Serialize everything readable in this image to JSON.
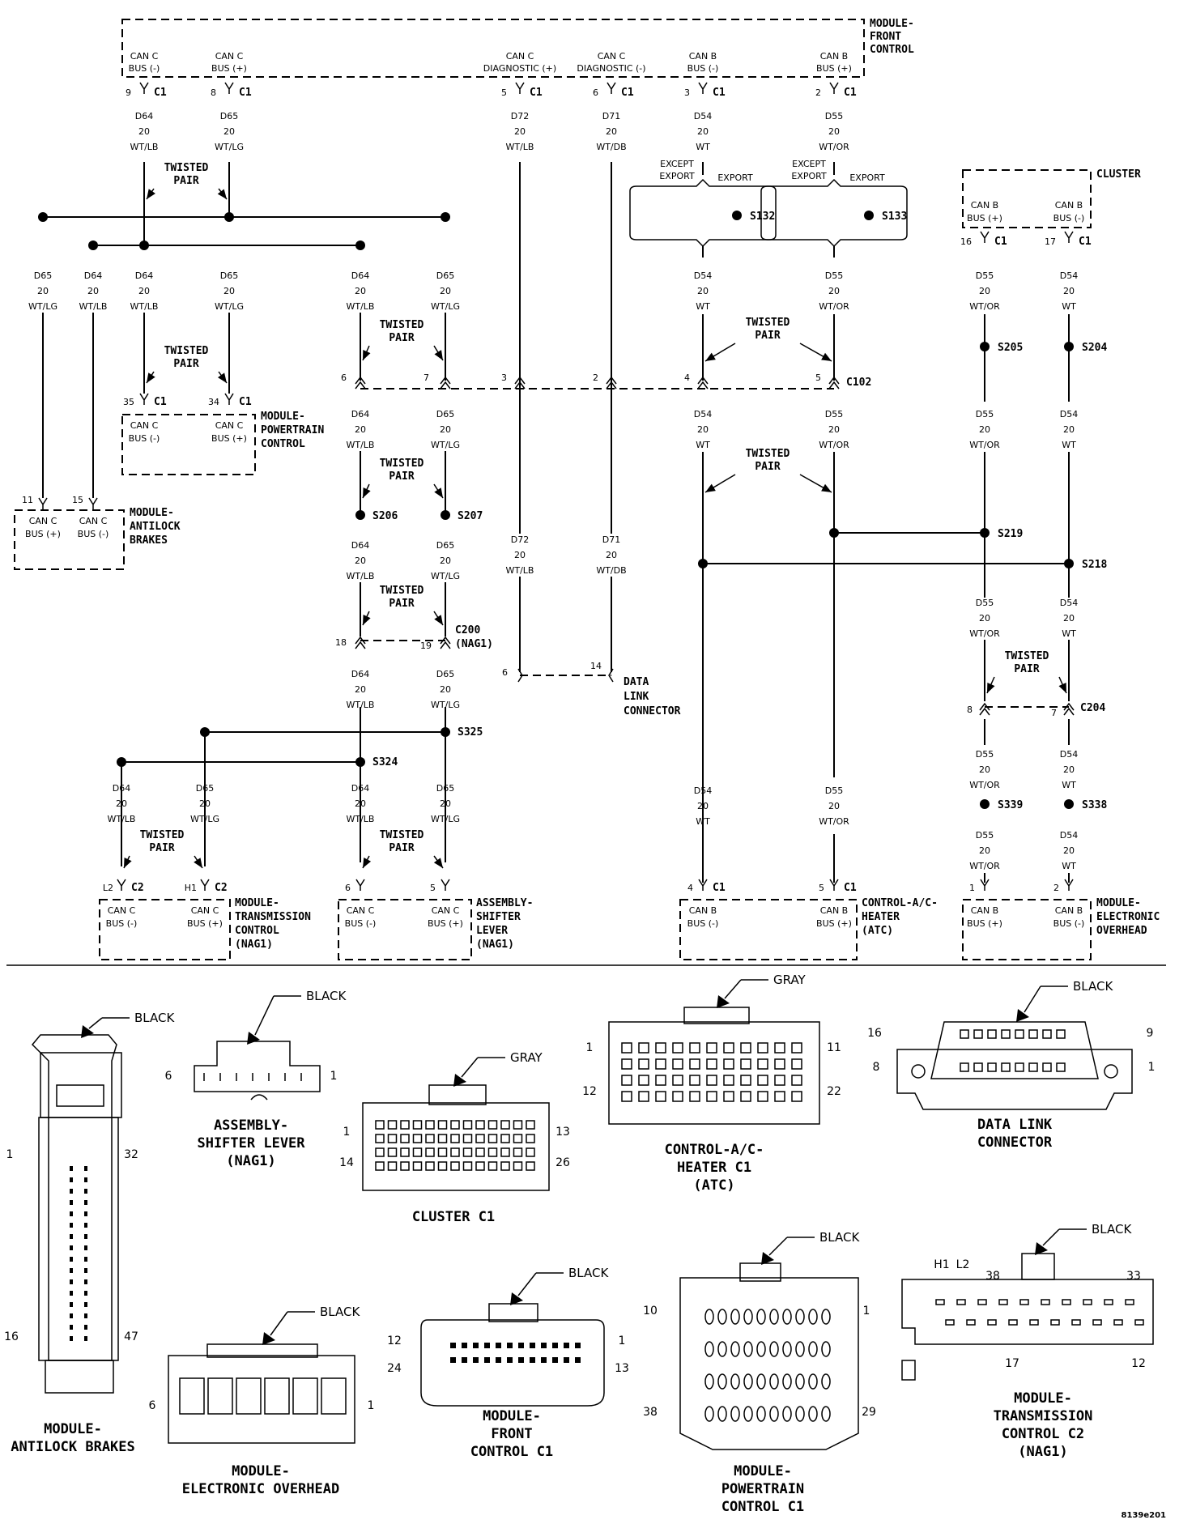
{
  "modules": {
    "front_control": [
      "MODULE-",
      "FRONT",
      "CONTROL"
    ],
    "cluster": [
      "CLUSTER"
    ],
    "powertrain": [
      "MODULE-",
      "POWERTRAIN",
      "CONTROL"
    ],
    "antilock": [
      "MODULE-",
      "ANTILOCK",
      "BRAKES"
    ],
    "transmission": [
      "MODULE-",
      "TRANSMISSION",
      "CONTROL",
      "(NAG1)"
    ],
    "shifter": [
      "ASSEMBLY-",
      "SHIFTER",
      "LEVER",
      "(NAG1)"
    ],
    "hvac": [
      "CONTROL-A/C-",
      "HEATER",
      "(ATC)"
    ],
    "overhead": [
      "MODULE-",
      "ELECTRONIC",
      "OVERHEAD"
    ],
    "dlc": [
      "DATA",
      "LINK",
      "CONNECTOR"
    ]
  },
  "terminals": {
    "fcm": [
      {
        "pin": "9",
        "conn": "C1",
        "name": [
          "CAN C",
          "BUS (-)"
        ],
        "wire": [
          "D64",
          "20",
          "WT/LB"
        ]
      },
      {
        "pin": "8",
        "conn": "C1",
        "name": [
          "CAN C",
          "BUS (+)"
        ],
        "wire": [
          "D65",
          "20",
          "WT/LG"
        ]
      },
      {
        "pin": "5",
        "conn": "C1",
        "name": [
          "CAN C",
          "DIAGNOSTIC (+)"
        ],
        "wire": [
          "D72",
          "20",
          "WT/LB"
        ]
      },
      {
        "pin": "6",
        "conn": "C1",
        "name": [
          "CAN C",
          "DIAGNOSTIC (-)"
        ],
        "wire": [
          "D71",
          "20",
          "WT/DB"
        ]
      },
      {
        "pin": "3",
        "conn": "C1",
        "name": [
          "CAN B",
          "BUS (-)"
        ],
        "wire": [
          "D54",
          "20",
          "WT"
        ]
      },
      {
        "pin": "2",
        "conn": "C1",
        "name": [
          "CAN B",
          "BUS (+)"
        ],
        "wire": [
          "D55",
          "20",
          "WT/OR"
        ]
      }
    ],
    "cluster": [
      {
        "pin": "16",
        "conn": "C1",
        "name": [
          "CAN B",
          "BUS (+)"
        ]
      },
      {
        "pin": "17",
        "conn": "C1",
        "name": [
          "CAN B",
          "BUS (-)"
        ]
      }
    ],
    "pcm": [
      {
        "pin": "35",
        "conn": "C1",
        "name": [
          "CAN C",
          "BUS (-)"
        ]
      },
      {
        "pin": "34",
        "conn": "C1",
        "name": [
          "CAN C",
          "BUS (+)"
        ]
      }
    ],
    "abs": [
      {
        "pin": "11",
        "name": [
          "CAN C",
          "BUS (+)"
        ]
      },
      {
        "pin": "15",
        "name": [
          "CAN C",
          "BUS (-)"
        ]
      }
    ],
    "tcm": [
      {
        "pin": "L2",
        "conn": "C2",
        "name": [
          "CAN C",
          "BUS (-)"
        ]
      },
      {
        "pin": "H1",
        "conn": "C2",
        "name": [
          "CAN C",
          "BUS (+)"
        ]
      }
    ],
    "shifter": [
      {
        "pin": "6",
        "name": [
          "CAN C",
          "BUS (-)"
        ]
      },
      {
        "pin": "5",
        "name": [
          "CAN C",
          "BUS (+)"
        ]
      }
    ],
    "hvac": [
      {
        "pin": "4",
        "conn": "C1",
        "name": [
          "CAN B",
          "BUS (-)"
        ]
      },
      {
        "pin": "5",
        "conn": "C1",
        "name": [
          "CAN B",
          "BUS (+)"
        ]
      }
    ],
    "eom": [
      {
        "pin": "1",
        "name": [
          "CAN B",
          "BUS (+)"
        ]
      },
      {
        "pin": "2",
        "name": [
          "CAN B",
          "BUS (-)"
        ]
      }
    ],
    "dlc": [
      {
        "pin": "6"
      },
      {
        "pin": "14"
      }
    ]
  },
  "wires": {
    "d64": [
      "D64",
      "20",
      "WT/LB"
    ],
    "d65": [
      "D65",
      "20",
      "WT/LG"
    ],
    "d72": [
      "D72",
      "20",
      "WT/LB"
    ],
    "d71": [
      "D71",
      "20",
      "WT/DB"
    ],
    "d54": [
      "D54",
      "20",
      "WT"
    ],
    "d55": [
      "D55",
      "20",
      "WT/OR"
    ]
  },
  "splices": [
    "S132",
    "S133",
    "S205",
    "S204",
    "S206",
    "S207",
    "S219",
    "S218",
    "S325",
    "S324",
    "S339",
    "S338"
  ],
  "inline_connectors": {
    "c102": {
      "name": "C102",
      "pins": [
        "6",
        "7",
        "3",
        "2",
        "4",
        "5"
      ]
    },
    "c200": {
      "name": "C200",
      "sub": "(NAG1)",
      "pins": [
        "18",
        "19"
      ]
    },
    "c204": {
      "name": "C204",
      "pins": [
        "8",
        "7"
      ]
    }
  },
  "notes": {
    "twisted": [
      "TWISTED",
      "PAIR"
    ],
    "except_export": [
      "EXCEPT",
      "EXPORT"
    ],
    "export": "EXPORT",
    "figure_id": "8139e201"
  },
  "connector_views": [
    {
      "key": "abs",
      "color": "BLACK",
      "title": [
        "MODULE-",
        "ANTILOCK BRAKES"
      ],
      "pins": [
        "1",
        "32",
        "16",
        "47"
      ]
    },
    {
      "key": "shifter",
      "color": "BLACK",
      "title": [
        "ASSEMBLY-",
        "SHIFTER LEVER",
        "(NAG1)"
      ],
      "pins": [
        "6",
        "1"
      ]
    },
    {
      "key": "cluster",
      "color": "GRAY",
      "title": [
        "CLUSTER C1"
      ],
      "pins": [
        "1",
        "13",
        "14",
        "26"
      ]
    },
    {
      "key": "hvac",
      "color": "GRAY",
      "title": [
        "CONTROL-A/C-",
        "HEATER C1",
        "(ATC)"
      ],
      "pins": [
        "1",
        "11",
        "12",
        "22"
      ]
    },
    {
      "key": "dlc",
      "color": "BLACK",
      "title": [
        "DATA LINK",
        "CONNECTOR"
      ],
      "pins": [
        "16",
        "9",
        "8",
        "1"
      ]
    },
    {
      "key": "eom",
      "color": "BLACK",
      "title": [
        "MODULE-",
        "ELECTRONIC OVERHEAD"
      ],
      "pins": [
        "6",
        "1"
      ]
    },
    {
      "key": "fcm",
      "color": "BLACK",
      "title": [
        "MODULE-",
        "FRONT",
        "CONTROL C1"
      ],
      "pins": [
        "12",
        "1",
        "24",
        "13"
      ]
    },
    {
      "key": "pcm",
      "color": "BLACK",
      "title": [
        "MODULE-",
        "POWERTRAIN",
        "CONTROL C1"
      ],
      "pins": [
        "10",
        "1",
        "38",
        "29"
      ]
    },
    {
      "key": "tcm",
      "color": "BLACK",
      "title": [
        "MODULE-",
        "TRANSMISSION",
        "CONTROL C2",
        "(NAG1)"
      ],
      "pins": [
        "H1",
        "L2",
        "38",
        "33",
        "17",
        "12"
      ]
    }
  ]
}
